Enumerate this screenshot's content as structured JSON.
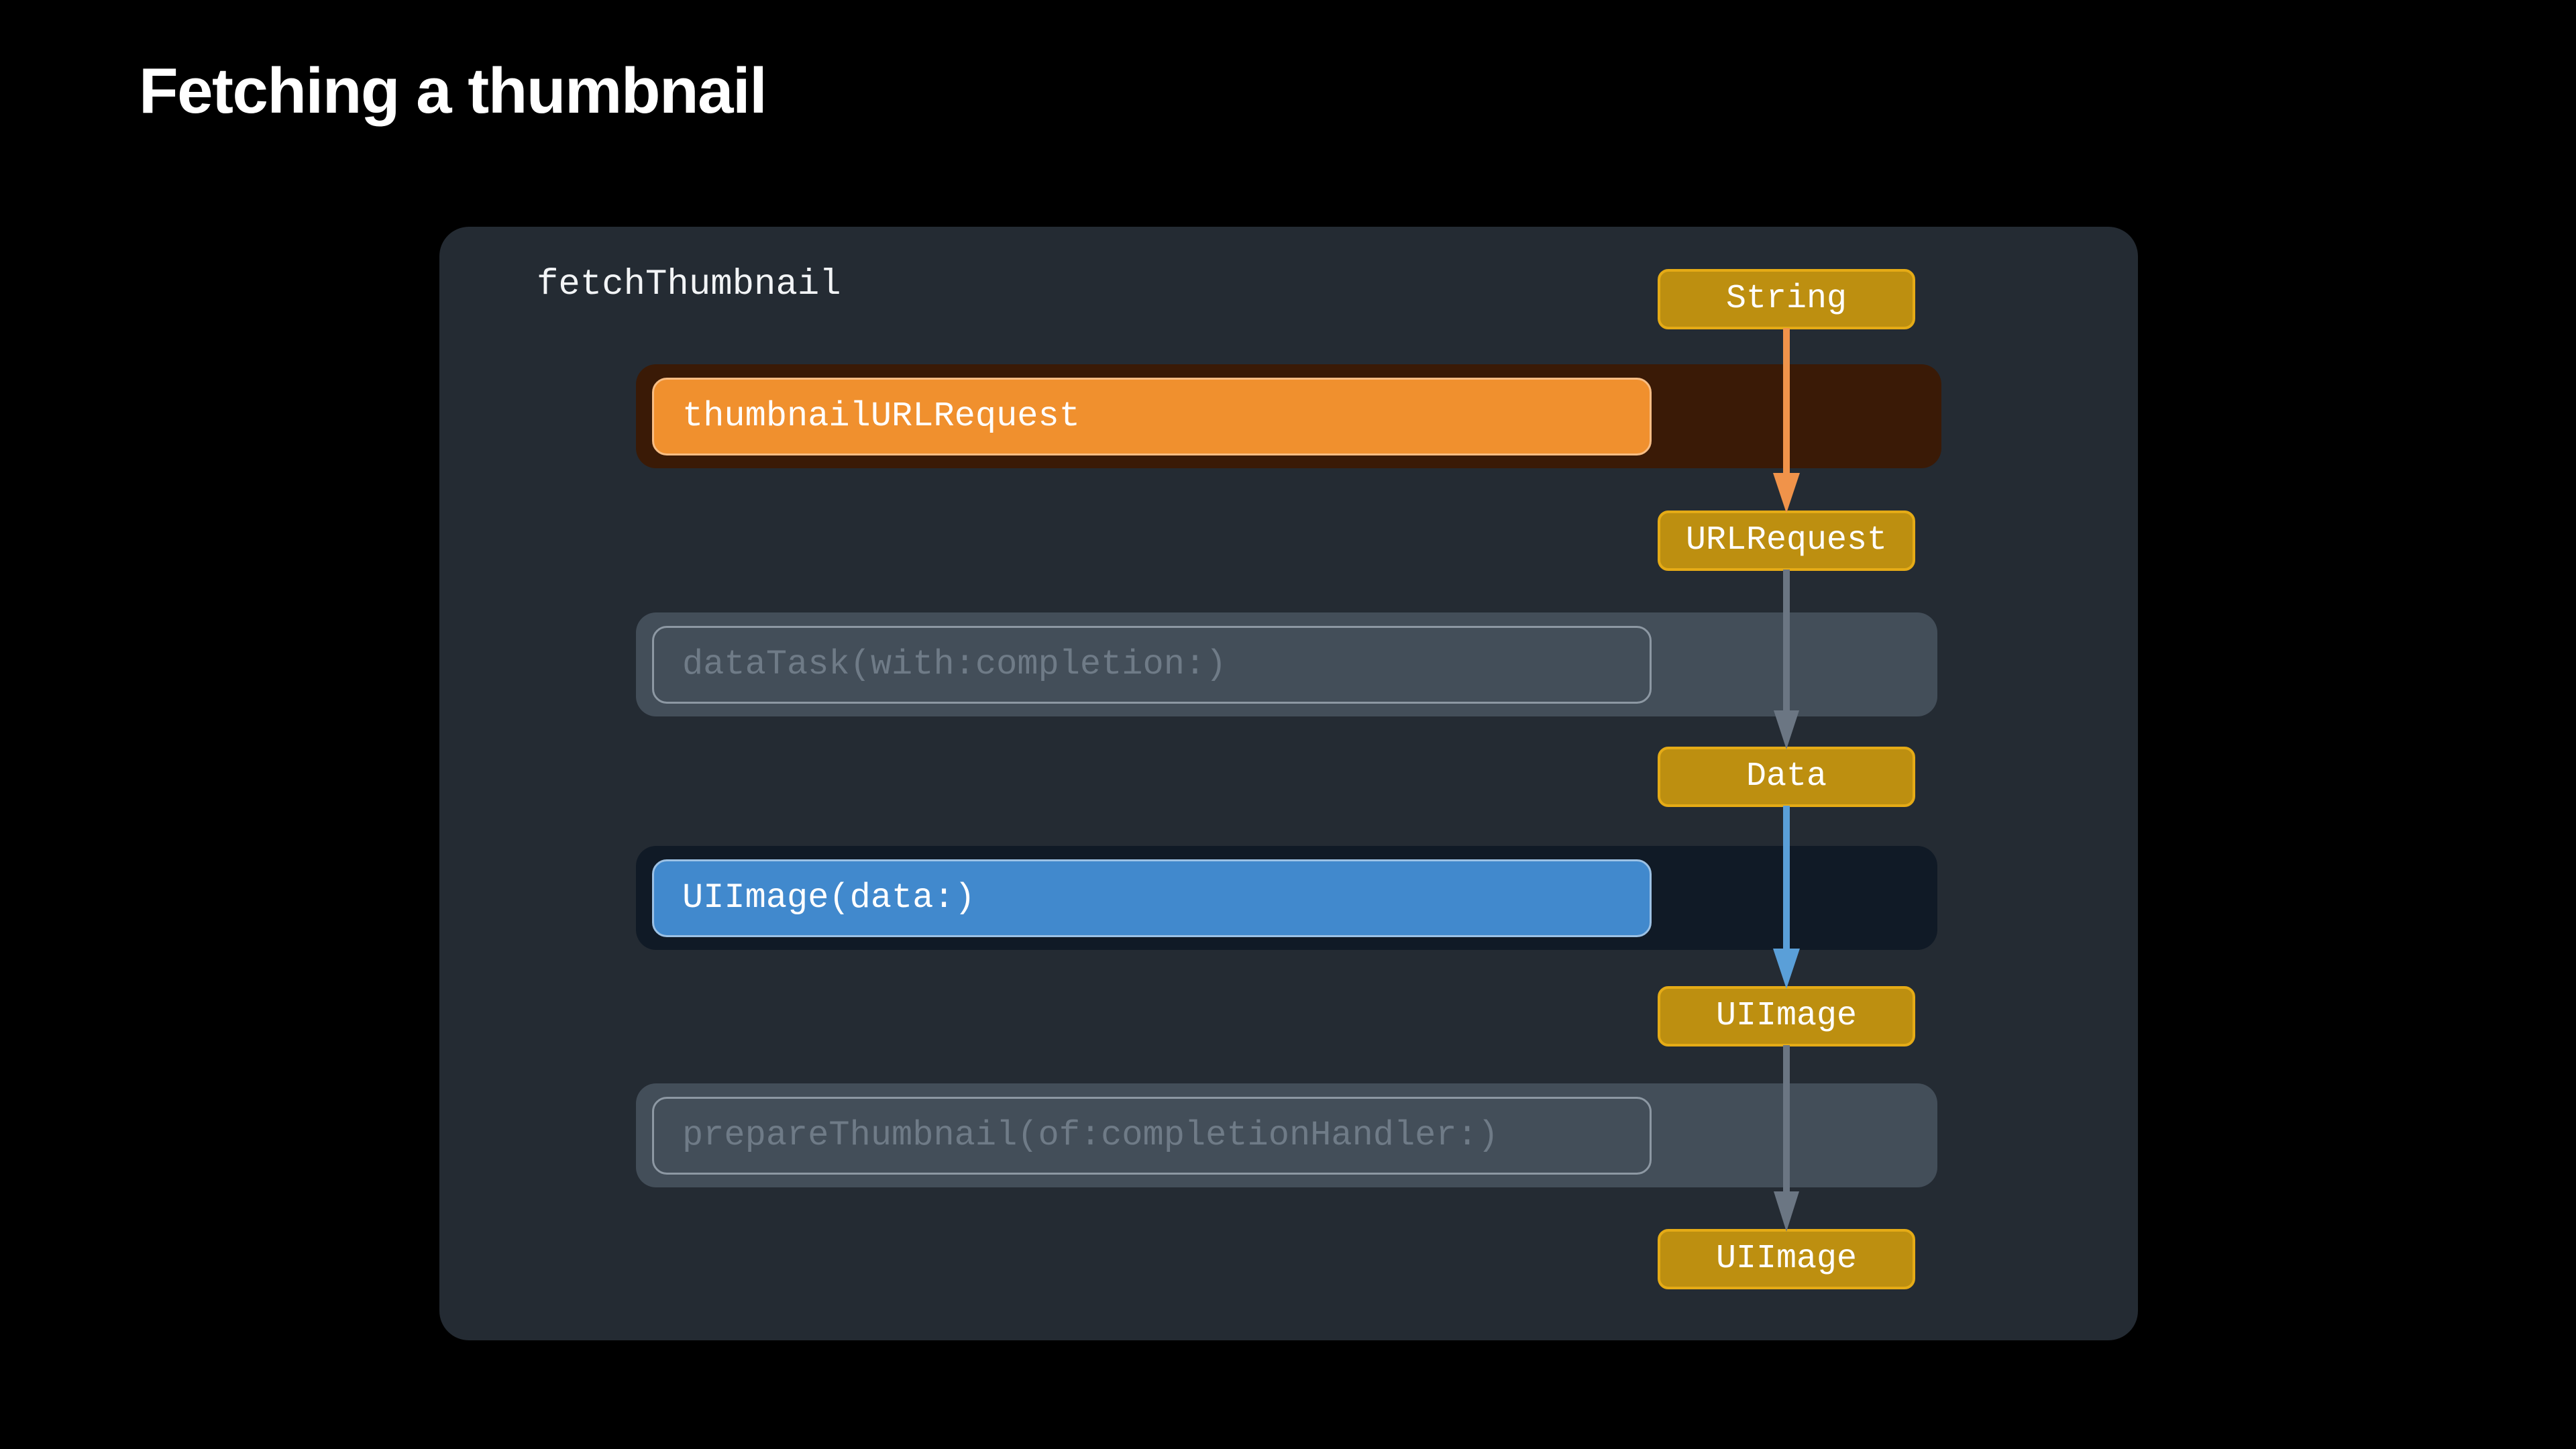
{
  "slide": {
    "title": "Fetching a thumbnail",
    "background_color": "#000000"
  },
  "panel": {
    "background_color": "#242b33",
    "function_name": "fetchThumbnail"
  },
  "colors": {
    "badge_fill": "#bd8f10",
    "badge_border": "#e5ab16",
    "badge_text": "#ffffff",
    "orange_pill": "#f0902e",
    "orange_pill_border": "#f7bd84",
    "orange_row_background": "#3a1a06",
    "blue_pill": "#4189cd",
    "blue_pill_border": "#9cc1e4",
    "blue_row_background": "#101a26",
    "dimmed_row_background": "#434e59",
    "dimmed_pill_border": "#8d98a3",
    "dimmed_text": "#6f7b87",
    "arrow_orange": "#f0934a",
    "arrow_blue": "#5a9fd8",
    "arrow_gray": "#6b7683",
    "title_text": "#ffffff",
    "function_name_text": "#f2f4f6"
  },
  "steps": [
    {
      "label": "thumbnailURLRequest",
      "state": "highlight-orange"
    },
    {
      "label": "dataTask(with:completion:)",
      "state": "dimmed"
    },
    {
      "label": "UIImage(data:)",
      "state": "highlight-blue"
    },
    {
      "label": "prepareThumbnail(of:completionHandler:)",
      "state": "dimmed"
    }
  ],
  "type_badges": [
    {
      "label": "String"
    },
    {
      "label": "URLRequest"
    },
    {
      "label": "Data"
    },
    {
      "label": "UIImage"
    },
    {
      "label": "UIImage"
    }
  ],
  "connectors": [
    {
      "from": "String",
      "to": "URLRequest",
      "color": "#f0934a"
    },
    {
      "from": "URLRequest",
      "to": "Data",
      "color": "#6b7683"
    },
    {
      "from": "Data",
      "to": "UIImage",
      "color": "#5a9fd8"
    },
    {
      "from": "UIImage",
      "to": "UIImage",
      "color": "#6b7683"
    }
  ]
}
